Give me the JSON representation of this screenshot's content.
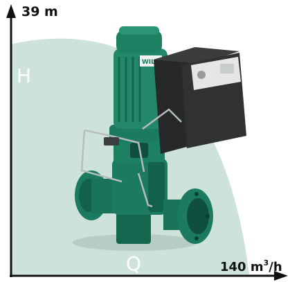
{
  "y_axis": {
    "max_label": "39 m",
    "quantity_symbol": "H"
  },
  "x_axis": {
    "max_label_value": "140 m",
    "max_label_exponent": "3",
    "max_label_unit_tail": "/h",
    "quantity_symbol": "Q"
  },
  "product_logo_text": "WILO",
  "colors": {
    "curve_fill": "#cde3da",
    "axis": "#111111",
    "pump_body": "#1b7a5f",
    "pump_motor": "#23876a",
    "controller": "#2f3133",
    "controller_face": "#e6e6e6"
  }
}
